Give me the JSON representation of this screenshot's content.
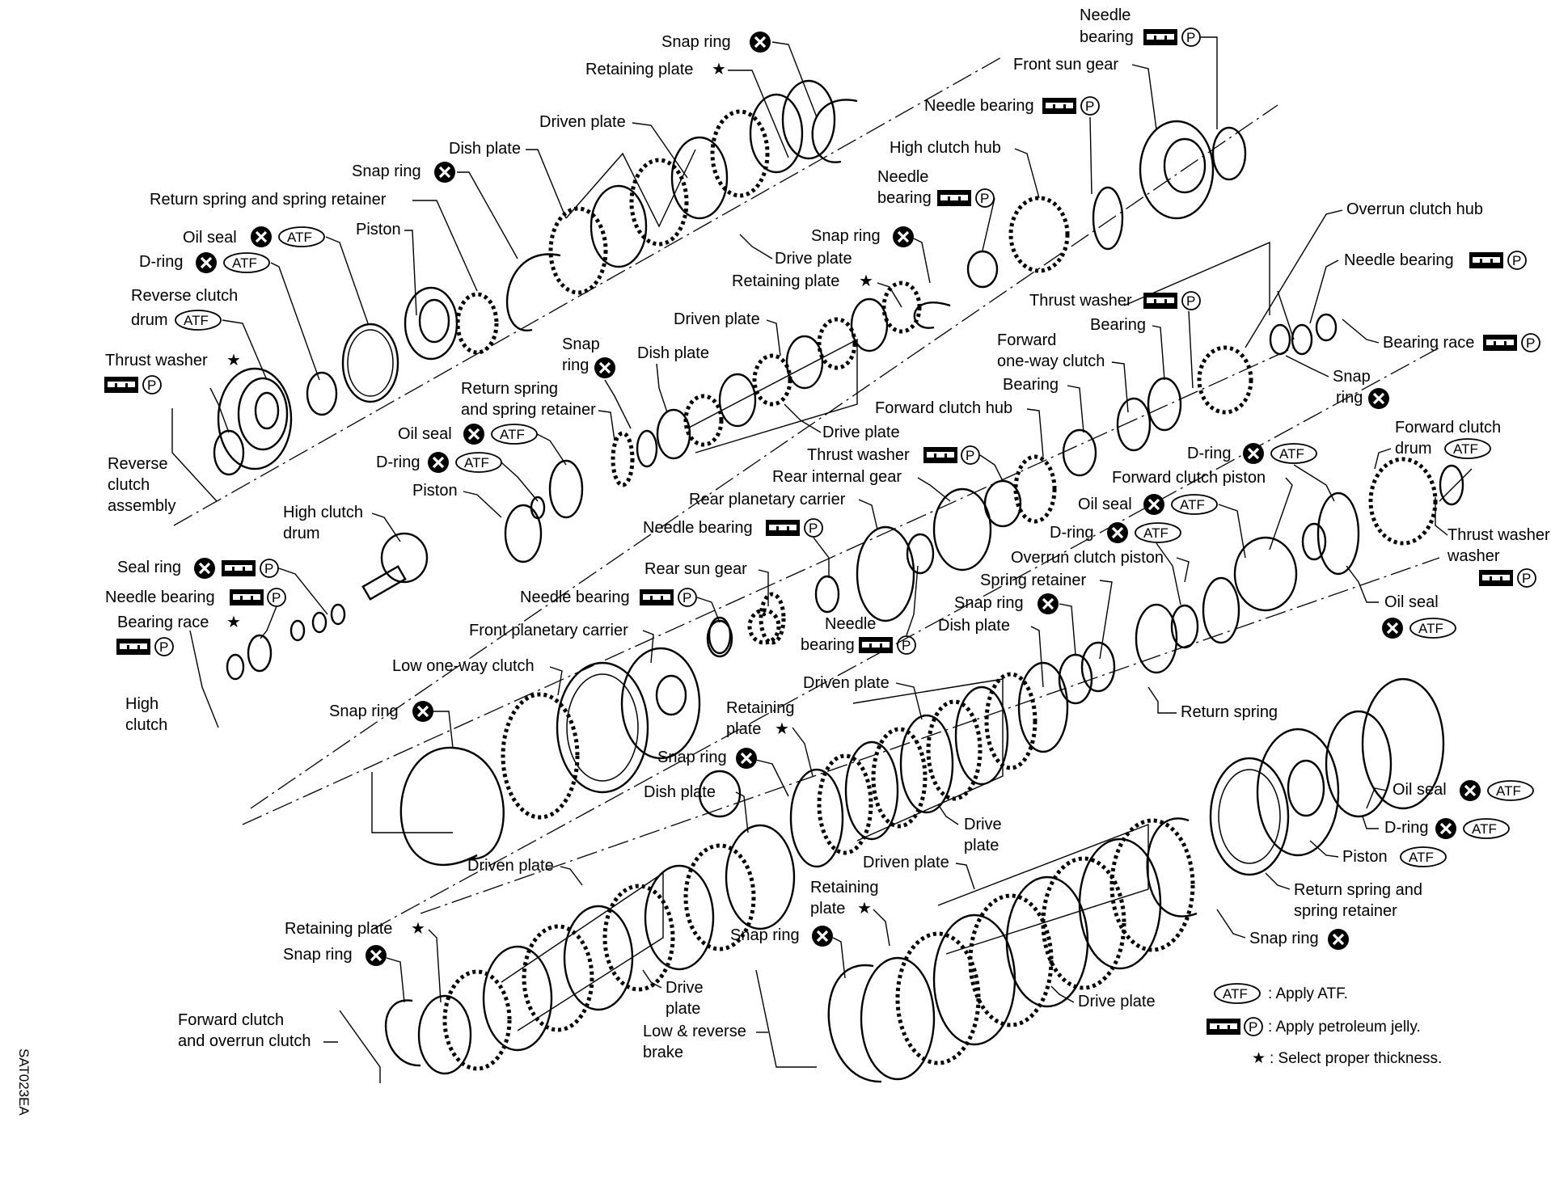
{
  "figure_code": "SAT023EA",
  "symbols": {
    "atf": "ATF",
    "petroleum_p": "P",
    "star": "★"
  },
  "labels": {
    "snap_ring": "Snap ring",
    "retaining_plate": "Retaining plate",
    "driven_plate": "Driven plate",
    "dish_plate": "Dish plate",
    "return_spring_and_spring_retainer": "Return spring and spring retainer",
    "oil_seal": "Oil seal",
    "d_ring": "D-ring",
    "piston": "Piston",
    "reverse_clutch": "Reverse clutch",
    "drum": "drum",
    "thrust_washer": "Thrust washer",
    "reverse": "Reverse",
    "clutch": "clutch",
    "assembly": "assembly",
    "needle": "Needle",
    "bearing": "bearing",
    "front_sun_gear": "Front sun gear",
    "needle_bearing": "Needle bearing",
    "high_clutch_hub": "High clutch hub",
    "drive_plate": "Drive plate",
    "overrun_clutch_hub": "Overrun clutch hub",
    "bearing_race": "Bearing race",
    "snap": "Snap",
    "ring": "ring",
    "forward": "Forward",
    "one_way_clutch": "one-way clutch",
    "bearing_single": "Bearing",
    "forward_clutch_hub": "Forward clutch hub",
    "return_spring": "Return spring",
    "and_spring_retainer": "and spring retainer",
    "forward_clutch": "Forward clutch",
    "rear_internal_gear": "Rear internal gear",
    "rear_planetary_carrier": "Rear planetary carrier",
    "forward_clutch_piston": "Forward clutch piston",
    "overrun_clutch_piston": "Overrun clutch piston",
    "spring_retainer": "Spring retainer",
    "high_clutch": "High clutch",
    "seal_ring": "Seal ring",
    "high": "High",
    "rear_sun_gear": "Rear sun gear",
    "front_planetary_carrier": "Front planetary carrier",
    "low_one_way_clutch": "Low one-way clutch",
    "retaining": "Retaining",
    "plate": "plate",
    "drive": "Drive",
    "washer": "washer",
    "forward_clutch_and": "Forward clutch",
    "and_overrun_clutch": "and overrun clutch",
    "low_reverse": "Low & reverse",
    "brake": "brake",
    "return_spring_and": "Return spring and",
    "spring_retainer_lower": "spring retainer"
  },
  "legend": [
    {
      "symbol": "ATF",
      "text": ": Apply ATF."
    },
    {
      "symbol": "P",
      "text": ": Apply petroleum jelly."
    },
    {
      "symbol": "★",
      "text": ": Select proper thickness."
    }
  ]
}
